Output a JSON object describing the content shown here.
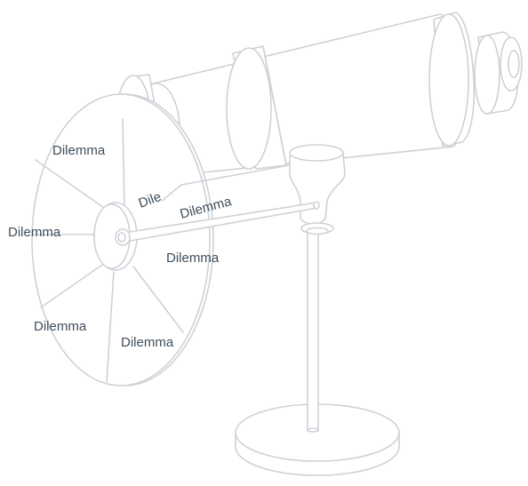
{
  "colors": {
    "outline": "#cdd2d7",
    "label_text": "#3e4e5c",
    "background": "#ffffff"
  },
  "wheel_labels": [
    {
      "id": "label-1",
      "text": "Dilemma"
    },
    {
      "id": "label-2",
      "text": "Dile"
    },
    {
      "id": "label-3",
      "text": "Dilemma"
    },
    {
      "id": "label-4",
      "text": "Dilemma"
    },
    {
      "id": "label-5",
      "text": "Dilemma"
    },
    {
      "id": "label-6",
      "text": "Dilemma"
    },
    {
      "id": "label-7",
      "text": "Dilemma"
    }
  ]
}
